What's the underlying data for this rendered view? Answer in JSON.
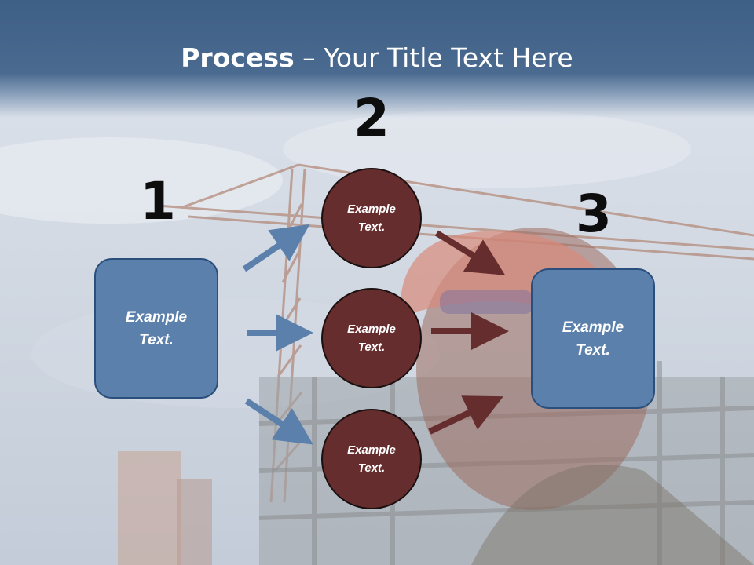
{
  "slide": {
    "title_bold": "Process",
    "title_rest": " – Your Title Text Here"
  },
  "steps": {
    "one": "1",
    "two": "2",
    "three": "3"
  },
  "left_box": {
    "line1": "Example",
    "line2": "Text."
  },
  "right_box": {
    "line1": "Example",
    "line2": "Text."
  },
  "circles": [
    {
      "line1": "Example",
      "line2": "Text."
    },
    {
      "line1": "Example",
      "line2": "Text."
    },
    {
      "line1": "Example",
      "line2": "Text."
    }
  ],
  "colors": {
    "header": "#3e5f86",
    "box_fill": "#5b80ac",
    "box_border": "#2a4f7d",
    "circle_fill": "#652d2d",
    "blue_arrow": "#5b80ac",
    "red_arrow": "#652d2d"
  }
}
